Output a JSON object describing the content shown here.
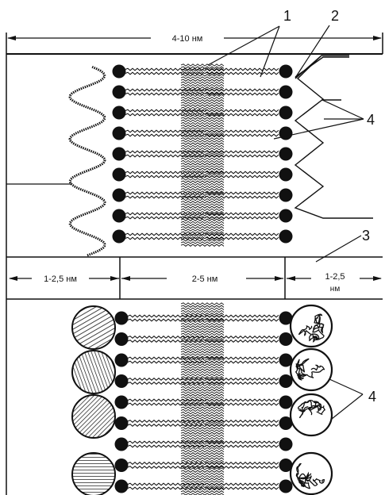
{
  "dimensions": {
    "total": "4-10 нм",
    "left_layer": "1-2,5 нм",
    "core": "2-5 нм",
    "right_layer_line1": "1-2,5",
    "right_layer_line2": "нм"
  },
  "callouts": {
    "label_1": "1",
    "label_2": "2",
    "label_3": "3",
    "label_4_top": "4",
    "label_4_bottom": "4"
  },
  "colors": {
    "ink": "#111111",
    "background": "#ffffff"
  }
}
